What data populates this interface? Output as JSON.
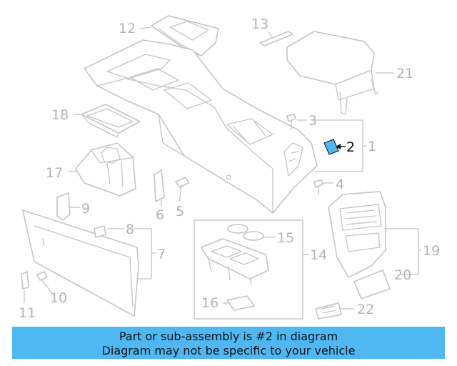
{
  "diagram": {
    "callouts": {
      "c1": "1",
      "c2": "2",
      "c3": "3",
      "c4": "4",
      "c5": "5",
      "c6": "6",
      "c7": "7",
      "c8": "8",
      "c9": "9",
      "c10": "10",
      "c11": "11",
      "c12": "12",
      "c13": "13",
      "c14": "14",
      "c15": "15",
      "c16": "16",
      "c17": "17",
      "c18": "18",
      "c19": "19",
      "c20": "20",
      "c21": "21",
      "c22": "22"
    },
    "highlighted_part": "2",
    "colors": {
      "line": "#c4c4c4",
      "callout_text": "#b4b4b4",
      "highlight_fill": "#4fb8f3",
      "highlight_text": "#111111",
      "banner_background": "#4fb8f3"
    }
  },
  "banner": {
    "line1": "Part or sub-assembly is #2 in diagram",
    "line2": "Diagram may not be specific to your vehicle"
  }
}
